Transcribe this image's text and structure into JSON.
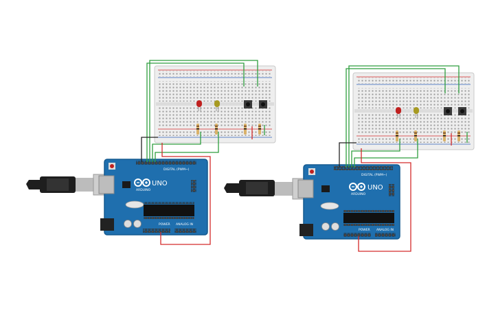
{
  "canvas": {
    "background": "#ffffff"
  },
  "colors": {
    "board": "#1f6fae",
    "board_dark": "#155a8f",
    "breadboard": "#eeeeee",
    "wire_green": "#2e9e3e",
    "wire_red": "#d42a2a",
    "wire_black": "#222222",
    "led_red": "#c0201f",
    "led_yellow": "#a79a22",
    "resistor": "#d9b26a",
    "cable": "#1e1e1e",
    "usb_metal": "#bcbcbc"
  },
  "circuits": [
    {
      "board": {
        "model_label": "UNO",
        "brand_label": "ARDUINO",
        "digital_header_label": "DIGITAL (PWM~)",
        "power_header_label": "POWER",
        "analog_header_label": "ANALOG IN"
      },
      "components": {
        "leds": [
          "red-led",
          "yellow-led"
        ],
        "pushbuttons": 2,
        "resistors": 4
      }
    },
    {
      "board": {
        "model_label": "UNO",
        "brand_label": "ARDUINO",
        "digital_header_label": "DIGITAL (PWM~)",
        "power_header_label": "POWER",
        "analog_header_label": "ANALOG IN"
      },
      "components": {
        "leds": [
          "red-led",
          "yellow-led"
        ],
        "pushbuttons": 2,
        "resistors": 4
      }
    }
  ]
}
